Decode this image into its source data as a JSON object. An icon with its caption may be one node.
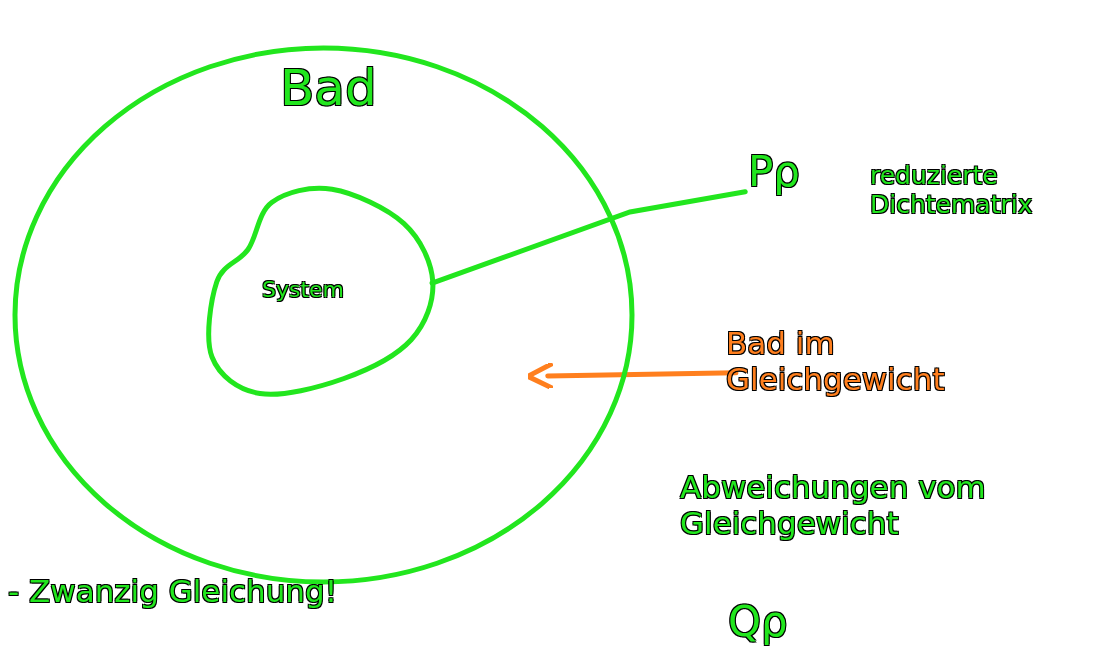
{
  "diagram": {
    "nodes": [
      {
        "text": [
          "Bad"
        ]
      },
      {
        "text": [
          "System"
        ],
        "in": 0
      },
      {
        "text": [
          "Pρ"
        ],
        "beside": [
          "reduzierte Dichtematrix"
        ]
      },
      {
        "text": [
          "Bad im Gleichgewicht"
        ]
      }
    ],
    "edges": [
      {
        "from": 2,
        "to": 1,
        "arrow": "none"
      },
      {
        "from": 3,
        "to": 0,
        "arrow": "to",
        "color": "#ff7f1e"
      }
    ],
    "labels": [
      "Abweichungen vom Gleichgewicht",
      "Qρ",
      "- Zwanzig Gleichung!"
    ]
  }
}
